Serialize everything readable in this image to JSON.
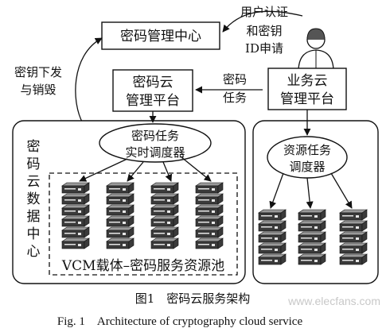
{
  "nodes": {
    "key_center": "密码管理中心",
    "user_req_line1": "用户认证",
    "user_req_line2": "和密钥",
    "user_req_line3": "ID申请",
    "key_dist_line1": "密钥下发",
    "key_dist_line2": "与销毁",
    "crypto_platform_line1": "密码云",
    "crypto_platform_line2": "管理平台",
    "task_label_line1": "密码",
    "task_label_line2": "任务",
    "business_platform_line1": "业务云",
    "business_platform_line2": "管理平台",
    "scheduler_line1": "密码任务",
    "scheduler_line2": "实时调度器",
    "datacenter_vertical": "密码云数据中心",
    "resource_scheduler_line1": "资源任务",
    "resource_scheduler_line2": "调度器",
    "pool_label": "VCM载体–密码服务资源池"
  },
  "caption": {
    "cn": "图1　密码云服务架构",
    "en": "Fig. 1　Architecture of cryptography cloud service"
  },
  "watermark": "www.elecfans.com",
  "icons": [
    "user-icon",
    "server-rack-icon"
  ]
}
